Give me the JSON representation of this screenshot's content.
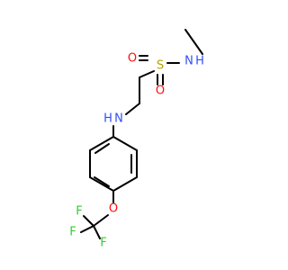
{
  "colors": {
    "bond": "#000000",
    "carbon": "#000000",
    "nitrogen": "#3050f8",
    "oxygen": "#ff0d0d",
    "sulfur": "#b2a200",
    "fluorine": "#33cc33"
  },
  "atoms": {
    "n_top": "N",
    "h_top": "H",
    "s": "S",
    "o_left": "O",
    "o_bottom": "O",
    "n_amine": "N",
    "h_amine": "H",
    "o_ether": "O",
    "f_left": "F",
    "f_top": "F",
    "f_bottom": "F"
  }
}
